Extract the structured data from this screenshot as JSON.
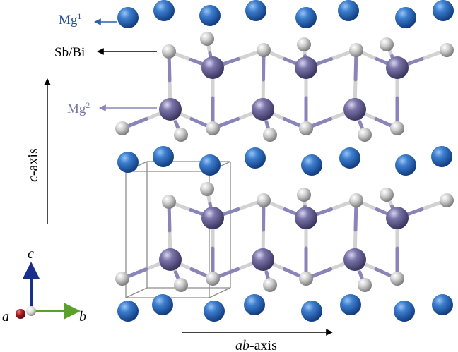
{
  "labels": {
    "mg1": "Mg",
    "mg1_sup": "1",
    "mg2": "Mg",
    "mg2_sup": "2",
    "sb_bi": "Sb/Bi",
    "c_axis_italic": "c",
    "c_axis_rest": "-axis",
    "ab_axis_italic": "ab",
    "ab_axis_rest": "-axis"
  },
  "triad": {
    "c": "c",
    "b": "b",
    "a": "a"
  },
  "colors": {
    "mg1_atom": "#2f6fc2",
    "mg1_label": "#24519a",
    "mg2_atom": "#7570a3",
    "mg2_label": "#7b77a8",
    "sb_bi_atom": "#c8c8c8",
    "bond_mg2": "#8a84b8",
    "bond_light": "#d2d2d2",
    "cell_edge": "#8c8c8c",
    "text": "#000000",
    "triad_c": "#1a2e8c",
    "triad_b": "#5aa02a",
    "triad_a": "#a8141c"
  }
}
